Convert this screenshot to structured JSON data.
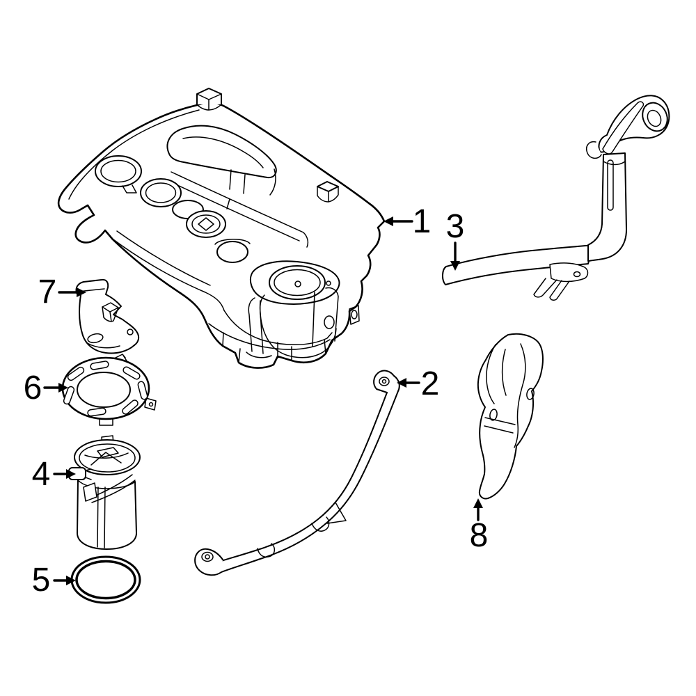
{
  "diagram": {
    "background": "#ffffff",
    "line_color": "#000000",
    "highlight_fill": "#4369bf",
    "highlight_ring": "#14203d",
    "callouts": [
      {
        "number": "1",
        "part": "fuel-tank"
      },
      {
        "number": "2",
        "part": "fuel-tank-strap"
      },
      {
        "number": "3",
        "part": "fuel-filler-pipe"
      },
      {
        "number": "4",
        "part": "fuel-pump-module"
      },
      {
        "number": "5",
        "part": "fuel-pump-seal",
        "highlighted": true
      },
      {
        "number": "6",
        "part": "fuel-pump-lock-ring"
      },
      {
        "number": "7",
        "part": "filler-pipe-bracket"
      },
      {
        "number": "8",
        "part": "fuel-tank-shield"
      }
    ]
  }
}
